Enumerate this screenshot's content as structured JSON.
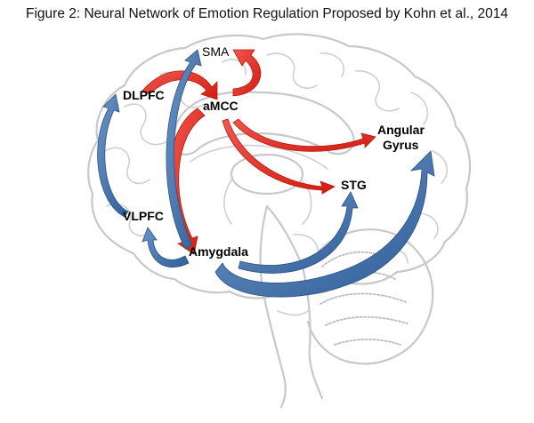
{
  "title": "Figure 2: Neural Network of Emotion Regulation Proposed by Kohn et al., 2014",
  "colors": {
    "red_arrow": "#e0261b",
    "blue_arrow": "#3f6fa8",
    "brain_outline": "#c8c8c8"
  },
  "nodes": [
    {
      "id": "sma",
      "label": "SMA",
      "bold": false
    },
    {
      "id": "dlpfc",
      "label": "DLPFC",
      "bold": true
    },
    {
      "id": "amcc",
      "label": "aMCC",
      "bold": true
    },
    {
      "id": "angular1",
      "label": "Angular",
      "bold": true
    },
    {
      "id": "angular2",
      "label": "Gyrus",
      "bold": true
    },
    {
      "id": "stg",
      "label": "STG",
      "bold": true
    },
    {
      "id": "vlpfc",
      "label": "VLPFC",
      "bold": true
    },
    {
      "id": "amygdala",
      "label": "Amygdala",
      "bold": true
    }
  ],
  "edges": [
    {
      "from": "DLPFC",
      "to": "aMCC",
      "color": "red"
    },
    {
      "from": "aMCC",
      "to": "SMA",
      "color": "red"
    },
    {
      "from": "aMCC",
      "to": "Amygdala",
      "color": "red"
    },
    {
      "from": "aMCC",
      "to": "Angular Gyrus",
      "color": "red"
    },
    {
      "from": "aMCC",
      "to": "STG",
      "color": "red"
    },
    {
      "from": "VLPFC",
      "to": "DLPFC",
      "color": "blue"
    },
    {
      "from": "Amygdala",
      "to": "SMA",
      "color": "blue"
    },
    {
      "from": "Amygdala",
      "to": "VLPFC",
      "color": "blue"
    },
    {
      "from": "Amygdala",
      "to": "STG",
      "color": "blue"
    },
    {
      "from": "Amygdala",
      "to": "Angular Gyrus",
      "color": "blue"
    }
  ]
}
